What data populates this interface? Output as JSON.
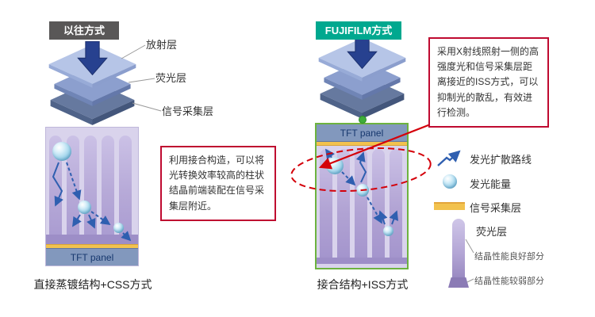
{
  "left": {
    "badge": "以往方式",
    "labels": {
      "radiation": "放射层",
      "fluorescent": "荧光层",
      "signal": "信号采集层"
    },
    "tft": "TFT panel",
    "caption": "直接蒸镀结构+CSS方式"
  },
  "right": {
    "badge": "FUJIFILM方式",
    "tft": "TFT panel",
    "caption": "接合结构+ISS方式",
    "note": "采用X射线照射一侧的高强度光和信号采集层距离接近的ISS方式，可以抑制光的散乱，有效进行检测。"
  },
  "middle_note": "利用接合构造，可以将光转换效率较高的柱状结晶前端装配在信号采集层附近。",
  "legend": {
    "diffusion": "发光扩散路线",
    "energy": "发光能量",
    "signal_layer": "信号采集层",
    "fluorescent": "荧光层",
    "crystal_good": "结晶性能良好部分",
    "crystal_weak": "结晶性能较弱部分"
  },
  "colors": {
    "badge_gray": "#595757",
    "badge_green": "#00a88f",
    "note_border": "#bf0a30",
    "highlight_red": "#d4000a",
    "detector_border_green": "#6db33f",
    "signal_yellow": "#f2c24e",
    "column_purple": "#b3a6d6",
    "tft_blue": "#8298bd",
    "scatter_arrow_blue": "#2f5fb0"
  }
}
